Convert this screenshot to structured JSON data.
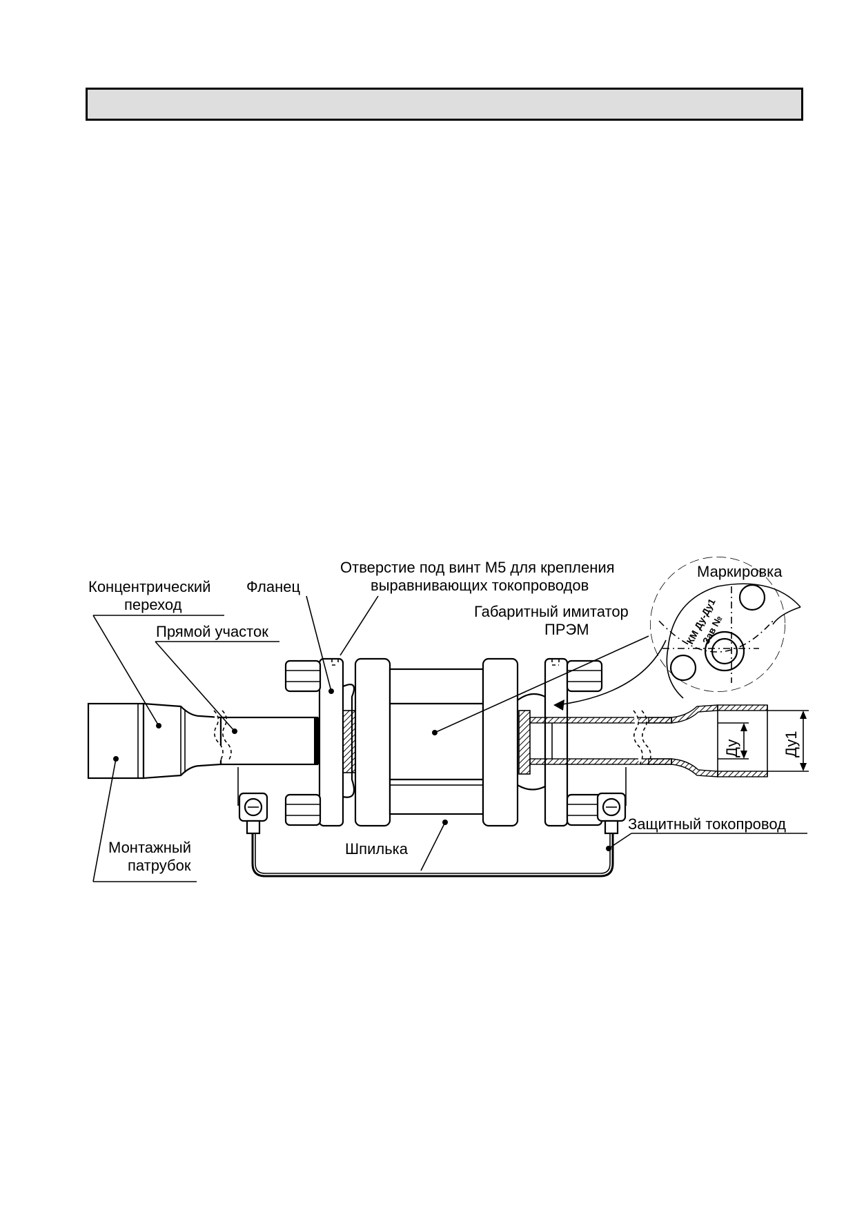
{
  "labels": {
    "concentric_transition": [
      "Концентрический",
      "переход"
    ],
    "straight_section": "Прямой участок",
    "flange": "Фланец",
    "screw_hole": [
      "Отверстие под винт М5 для крепления",
      "выравнивающих токопроводов"
    ],
    "marking": "Маркировка",
    "dimensional_simulator": [
      "Габаритный имитатор",
      "ПРЭМ"
    ],
    "mounting_pipe": [
      "Монтажный",
      "патрубок"
    ],
    "stud": "Шпилька",
    "protective_conductor": "Защитный токопровод",
    "dim_du": "Ду",
    "dim_du1": "Ду1",
    "marking_text_1": "КМ Ду-Ду1",
    "marking_text_2": "Зав №"
  },
  "colors": {
    "line": "#000000",
    "header_fill": "#dedede",
    "hatch": "#000000"
  }
}
